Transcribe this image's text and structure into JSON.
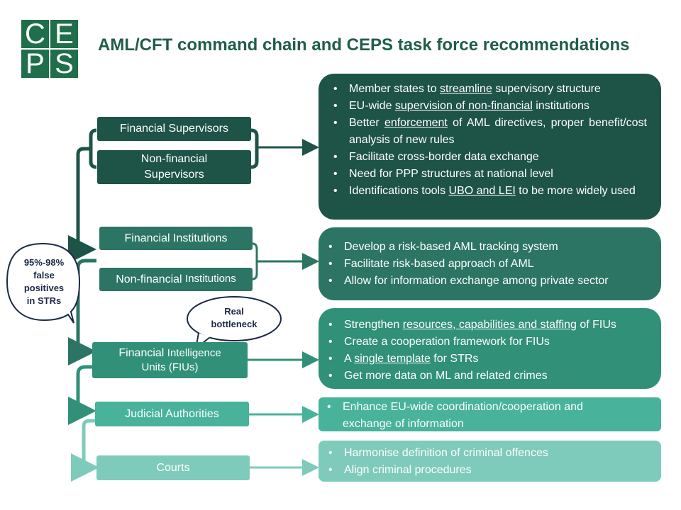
{
  "title": "AML/CFT command chain and CEPS task force recommendations",
  "logo": [
    "C",
    "E",
    "P",
    "S"
  ],
  "actors": {
    "fin_supervisors": "Financial Supervisors",
    "nonfin_supervisors": "Non-financial Supervisors",
    "fin_institutions": "Financial Institutions",
    "nonfin_institutions_a": "Non-financial ",
    "nonfin_institutions_b": "Institutions",
    "fius_a": "Financial ",
    "fius_b": "Intelligence",
    "fius_c": "Units (FIUs)",
    "judicial": "Judicial Authorities",
    "courts": "Courts"
  },
  "callouts": {
    "false_positives": [
      "95%-98%",
      "false",
      "positives",
      "in STRs"
    ],
    "bottleneck": [
      "Real",
      "bottleneck"
    ]
  },
  "recommendations": {
    "supervisors": [
      {
        "pre": "Member states to ",
        "u": "streamline",
        "post": " supervisory structure"
      },
      {
        "pre": "EU-wide ",
        "u": "supervision of non-financial",
        "post": " institutions"
      },
      {
        "pre": "Better ",
        "u": "enforcement",
        "post": " of AML directives, proper benefit/cost analysis of new rules"
      },
      {
        "pre": "Facilitate cross-border data exchange",
        "u": "",
        "post": ""
      },
      {
        "pre": "Need for PPP structures at national level",
        "u": "",
        "post": ""
      },
      {
        "pre": "Identifications tools ",
        "u": "UBO and LEI",
        "post": " to be more widely used"
      }
    ],
    "institutions": [
      {
        "pre": "Develop a risk-based AML tracking system",
        "u": "",
        "post": ""
      },
      {
        "pre": "Facilitate risk-based approach of AML",
        "u": "",
        "post": ""
      },
      {
        "pre": "Allow for information exchange among private sector",
        "u": "",
        "post": ""
      }
    ],
    "fius": [
      {
        "pre": "Strengthen ",
        "u": "resources, capabilities and staffing",
        "post": " of FIUs"
      },
      {
        "pre": "Create a cooperation framework for FIUs",
        "u": "",
        "post": ""
      },
      {
        "pre": "A ",
        "u": "single template",
        "post": " for STRs"
      },
      {
        "pre": "Get more data on ML and related crimes",
        "u": "",
        "post": ""
      }
    ],
    "judicial": [
      {
        "pre": "Enhance EU-wide coordination/cooperation and exchange of information",
        "u": "",
        "post": ""
      }
    ],
    "courts": [
      {
        "pre": "Harmonise definition of criminal offences",
        "u": "",
        "post": ""
      },
      {
        "pre": "Align criminal procedures",
        "u": "",
        "post": ""
      }
    ]
  },
  "colors": {
    "dark": "#1e5348",
    "mid": "#2c7565",
    "teal": "#319078",
    "light": "#48b39a",
    "pale": "#7fcbbb",
    "title": "#1f5d4b",
    "logo": "#1f6f4a"
  }
}
